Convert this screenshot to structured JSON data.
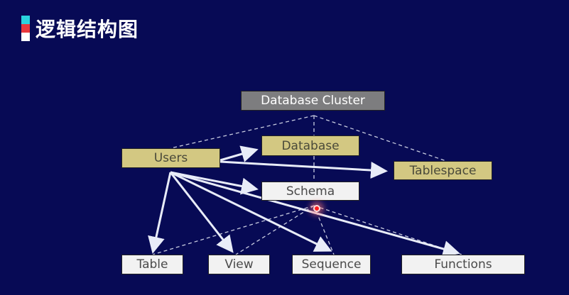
{
  "header": {
    "title": "逻辑结构图",
    "marker_colors": [
      "#2ad3de",
      "#e8383d",
      "#ffffff"
    ]
  },
  "nodes": {
    "cluster": "Database Cluster",
    "users": "Users",
    "database": "Database",
    "tablespace": "Tablespace",
    "schema": "Schema",
    "table": "Table",
    "view": "View",
    "sequence": "Sequence",
    "functions": "Functions"
  },
  "edges": {
    "contains_dashed": [
      [
        "cluster",
        "users"
      ],
      [
        "cluster",
        "database"
      ],
      [
        "cluster",
        "tablespace"
      ],
      [
        "database",
        "schema"
      ],
      [
        "schema",
        "table"
      ],
      [
        "schema",
        "view"
      ],
      [
        "schema",
        "sequence"
      ],
      [
        "schema",
        "functions"
      ]
    ],
    "owns_arrows": [
      [
        "users",
        "database"
      ],
      [
        "users",
        "tablespace"
      ],
      [
        "users",
        "schema"
      ],
      [
        "users",
        "table"
      ],
      [
        "users",
        "view"
      ],
      [
        "users",
        "sequence"
      ],
      [
        "users",
        "functions"
      ]
    ]
  },
  "colors": {
    "background": "#070a55",
    "cluster_box": "#7d7d7f",
    "yellow_box": "#d3c882",
    "white_box": "#f2f2f2"
  }
}
